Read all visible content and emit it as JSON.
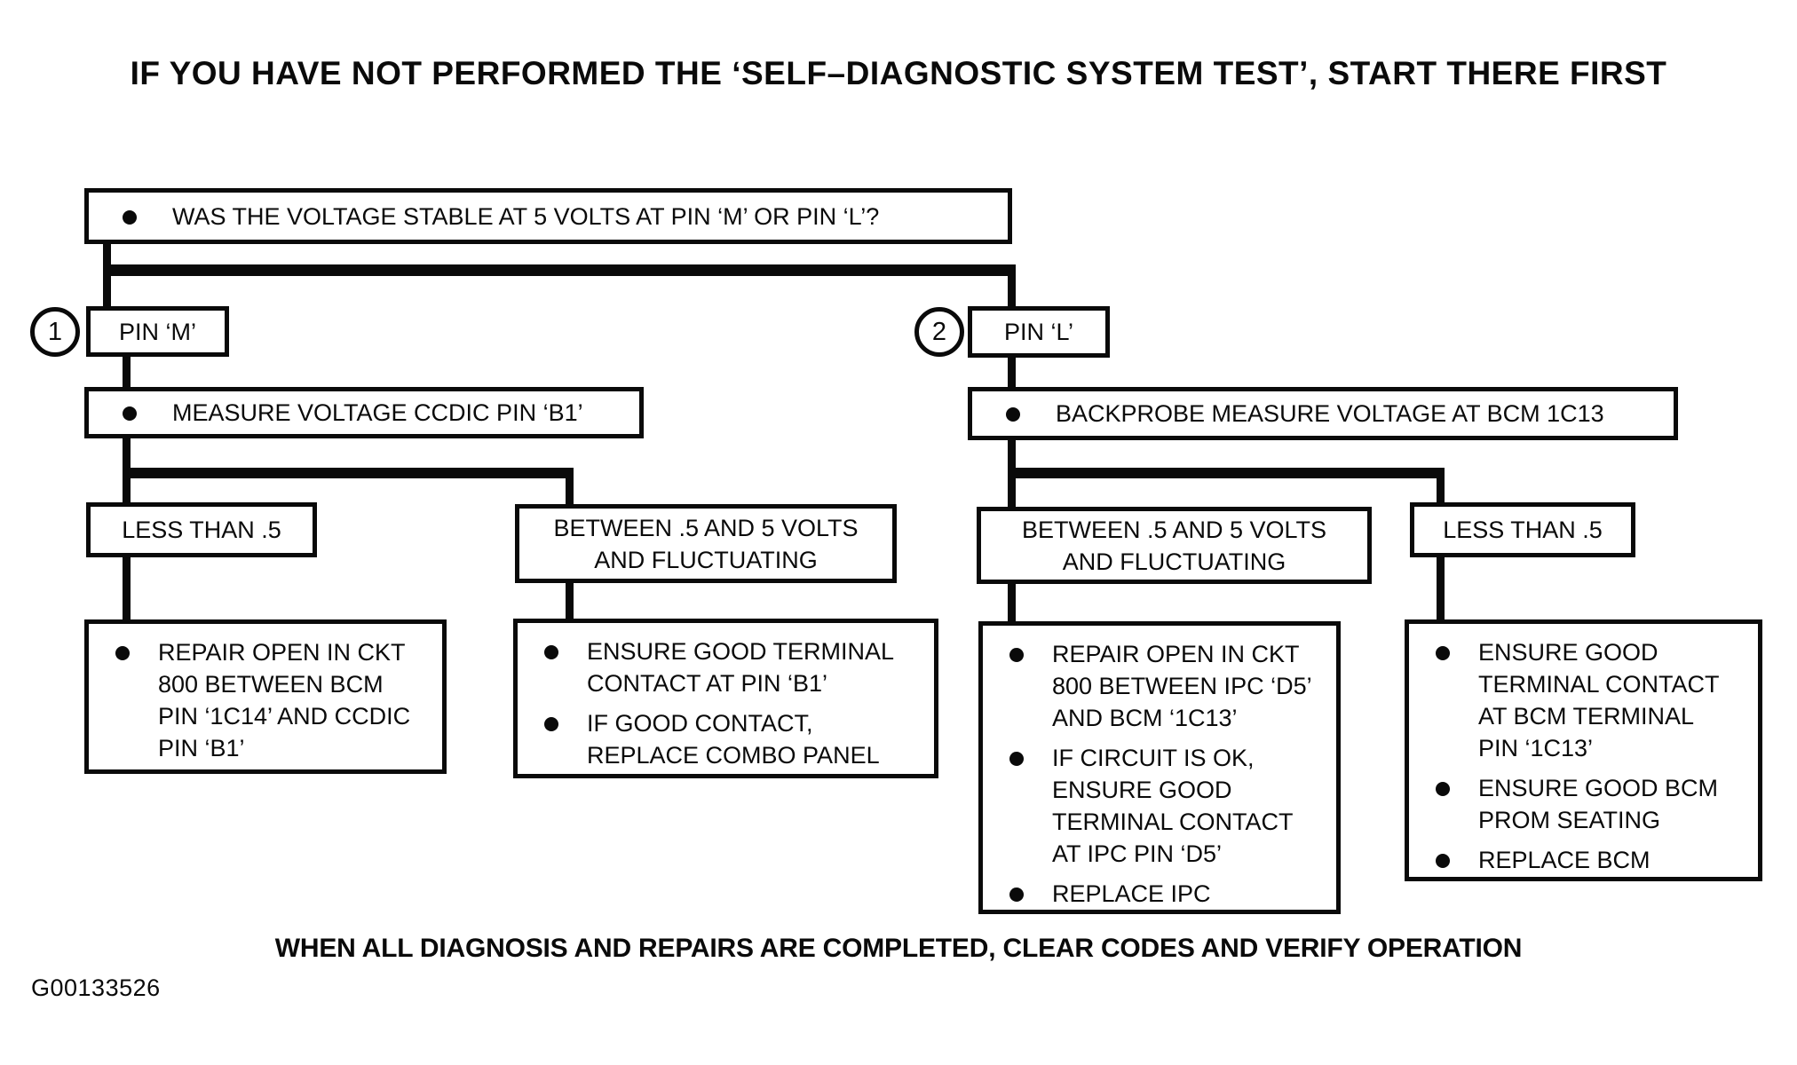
{
  "title": "IF YOU HAVE NOT PERFORMED THE ‘SELF–DIAGNOSTIC SYSTEM TEST’, START THERE FIRST",
  "flowchart": {
    "root_question": "WAS THE VOLTAGE STABLE AT 5 VOLTS AT PIN ‘M’ OR PIN ‘L’?",
    "branch1": {
      "number": "1",
      "label": "PIN ‘M’",
      "step": "MEASURE VOLTAGE CCDIC PIN ‘B1’",
      "outcomes": [
        {
          "condition": "LESS THAN .5",
          "actions": [
            "REPAIR OPEN IN CKT 800 BETWEEN BCM PIN ‘1C14’ AND CCDIC PIN ‘B1’"
          ]
        },
        {
          "condition": "BETWEEN .5 AND 5 VOLTS AND FLUCTUATING",
          "actions": [
            "ENSURE GOOD TERMINAL CONTACT AT PIN ‘B1’",
            "IF GOOD CONTACT, REPLACE COMBO PANEL"
          ]
        }
      ]
    },
    "branch2": {
      "number": "2",
      "label": "PIN ‘L’",
      "step": "BACKPROBE MEASURE VOLTAGE AT BCM 1C13",
      "outcomes": [
        {
          "condition": "BETWEEN .5 AND 5 VOLTS AND FLUCTUATING",
          "actions": [
            "REPAIR OPEN IN CKT 800 BETWEEN IPC ‘D5’ AND BCM ‘1C13’",
            "IF CIRCUIT IS OK, ENSURE GOOD TERMINAL CONTACT AT IPC PIN ‘D5’",
            "REPLACE IPC"
          ]
        },
        {
          "condition": "LESS THAN .5",
          "actions": [
            "ENSURE GOOD TERMINAL CONTACT AT BCM TERMINAL PIN ‘1C13’",
            "ENSURE GOOD BCM PROM SEATING",
            "REPLACE BCM"
          ]
        }
      ]
    }
  },
  "footer": {
    "completion_note": "WHEN ALL DIAGNOSIS AND REPAIRS ARE COMPLETED, CLEAR CODES AND VERIFY OPERATION",
    "figure_id": "G00133526"
  }
}
